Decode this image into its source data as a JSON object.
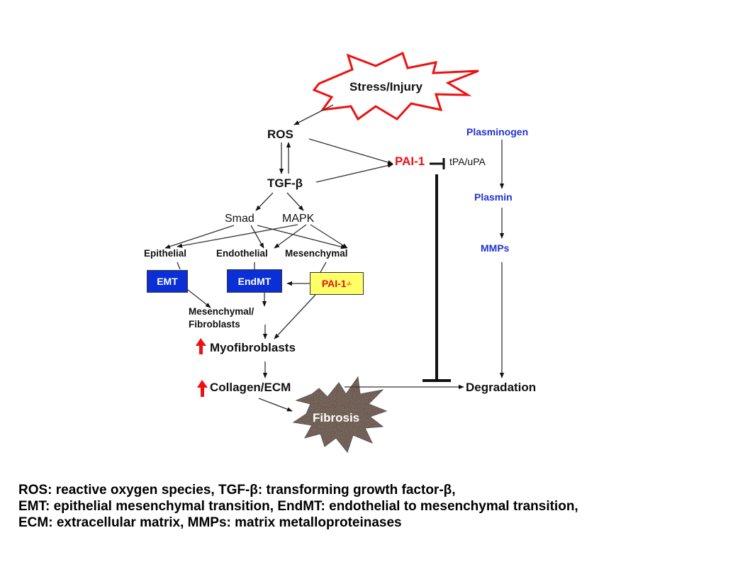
{
  "diagram": {
    "title": "PAI-1 in fibrosis pathway",
    "nodes": {
      "stress": "Stress/Injury",
      "ros": "ROS",
      "tgf": "TGF-β",
      "smad": "Smad",
      "mapk": "MAPK",
      "epithelial": "Epithelial",
      "endothelial": "Endothelial",
      "mesenchymal": "Mesenchymal",
      "emt": "EMT",
      "endmt": "EndMT",
      "pai1_ko": "PAI-1",
      "pai1_ko_sup": "-/-",
      "mesfib_line1": "Mesenchymal/",
      "mesfib_line2": "Fibroblasts",
      "myofibroblasts": "Myofibroblasts",
      "collagen": "Collagen/ECM",
      "fibrosis": "Fibrosis",
      "pai1": "PAI-1",
      "tpa": "tPA/uPA",
      "plasminogen": "Plasminogen",
      "plasmin": "Plasmin",
      "mmps": "MMPs",
      "degradation": "Degradation"
    },
    "colors": {
      "stress_outline": "#ee1111",
      "pai1_text": "#ee1111",
      "blue_text": "#2233cc",
      "box_blue": "#0a2fd6",
      "box_yellow": "#ffff66",
      "fibrosis_fill": "#5a3a22",
      "up_arrow": "#ee1111"
    },
    "edges": [
      {
        "from": "stress",
        "to": "ros",
        "type": "activate"
      },
      {
        "from": "ros",
        "to": "tgf",
        "type": "activate"
      },
      {
        "from": "tgf",
        "to": "ros",
        "type": "activate"
      },
      {
        "from": "ros",
        "to": "pai1",
        "type": "activate"
      },
      {
        "from": "tgf",
        "to": "pai1",
        "type": "activate"
      },
      {
        "from": "pai1",
        "to": "tpa",
        "type": "inhibit"
      },
      {
        "from": "tgf",
        "to": "smad",
        "type": "activate"
      },
      {
        "from": "tgf",
        "to": "mapk",
        "type": "activate"
      },
      {
        "from": "smad",
        "to": "epithelial",
        "type": "activate"
      },
      {
        "from": "smad",
        "to": "endothelial",
        "type": "activate"
      },
      {
        "from": "smad",
        "to": "mesenchymal",
        "type": "activate"
      },
      {
        "from": "mapk",
        "to": "epithelial",
        "type": "activate"
      },
      {
        "from": "mapk",
        "to": "endothelial",
        "type": "activate"
      },
      {
        "from": "mapk",
        "to": "mesenchymal",
        "type": "activate"
      },
      {
        "from": "pai1_ko",
        "to": "endmt",
        "type": "activate"
      },
      {
        "from": "emt",
        "to": "mesfib",
        "type": "activate"
      },
      {
        "from": "endmt",
        "to": "mesfib",
        "type": "activate"
      },
      {
        "from": "mesfib",
        "to": "myofibroblasts",
        "type": "activate"
      },
      {
        "from": "pai1_ko",
        "to": "myofibroblasts",
        "type": "activate"
      },
      {
        "from": "myofibroblasts",
        "to": "collagen",
        "type": "activate"
      },
      {
        "from": "collagen",
        "to": "fibrosis",
        "type": "activate"
      },
      {
        "from": "collagen",
        "to": "degradation",
        "type": "activate"
      },
      {
        "from": "pai1",
        "to": "degradation",
        "type": "inhibit"
      },
      {
        "from": "plasminogen",
        "to": "plasmin",
        "type": "activate"
      },
      {
        "from": "plasmin",
        "to": "mmps",
        "type": "activate"
      },
      {
        "from": "mmps",
        "to": "degradation",
        "type": "activate"
      }
    ]
  },
  "legend": {
    "line1": "ROS: reactive oxygen species, TGF-β: transforming growth factor-β,",
    "line2": "EMT: epithelial mesenchymal transition, EndMT: endothelial to mesenchymal transition,",
    "line3": "ECM: extracellular matrix, MMPs: matrix metalloproteinases"
  }
}
